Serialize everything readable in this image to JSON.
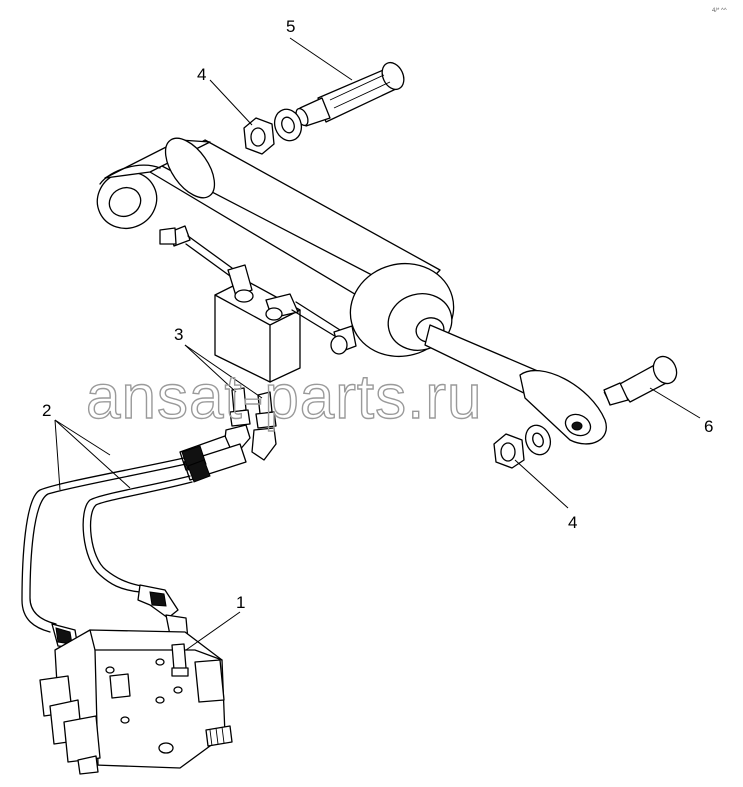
{
  "watermark": "ansat-parts.ru",
  "corner_mark": "4/* ^^",
  "callouts": {
    "c1": "1",
    "c2": "2",
    "c3": "3",
    "c4_top": "4",
    "c4_bottom": "4",
    "c5": "5",
    "c6": "6"
  }
}
